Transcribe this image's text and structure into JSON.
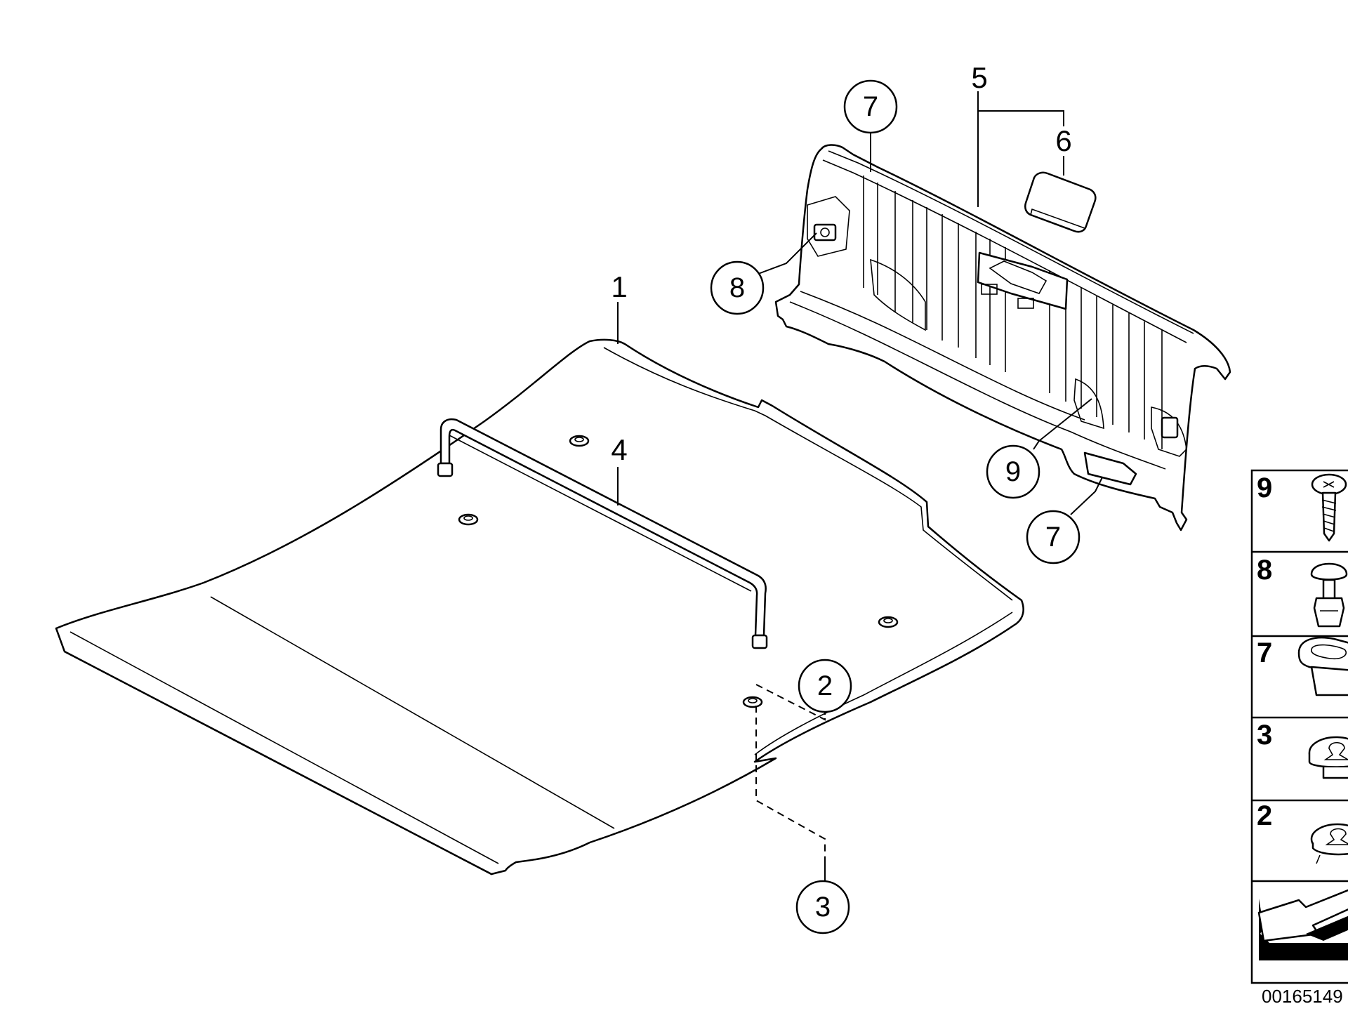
{
  "callouts": {
    "part_1": "1",
    "part_2": "2",
    "part_3": "3",
    "part_4": "4",
    "part_5": "5",
    "part_6": "6",
    "part_7_top": "7",
    "part_7_bottom": "7",
    "part_8": "8",
    "part_9": "9"
  },
  "legend": {
    "items": [
      {
        "number": "9",
        "icon": "screw-icon"
      },
      {
        "number": "8",
        "icon": "expanding-rivet-icon"
      },
      {
        "number": "7",
        "icon": "clip-nut-icon"
      },
      {
        "number": "3",
        "icon": "grommet-icon"
      },
      {
        "number": "2",
        "icon": "grommet-small-icon"
      }
    ],
    "arrow_icon": "direction-arrow-icon"
  },
  "document_number": "00165149"
}
